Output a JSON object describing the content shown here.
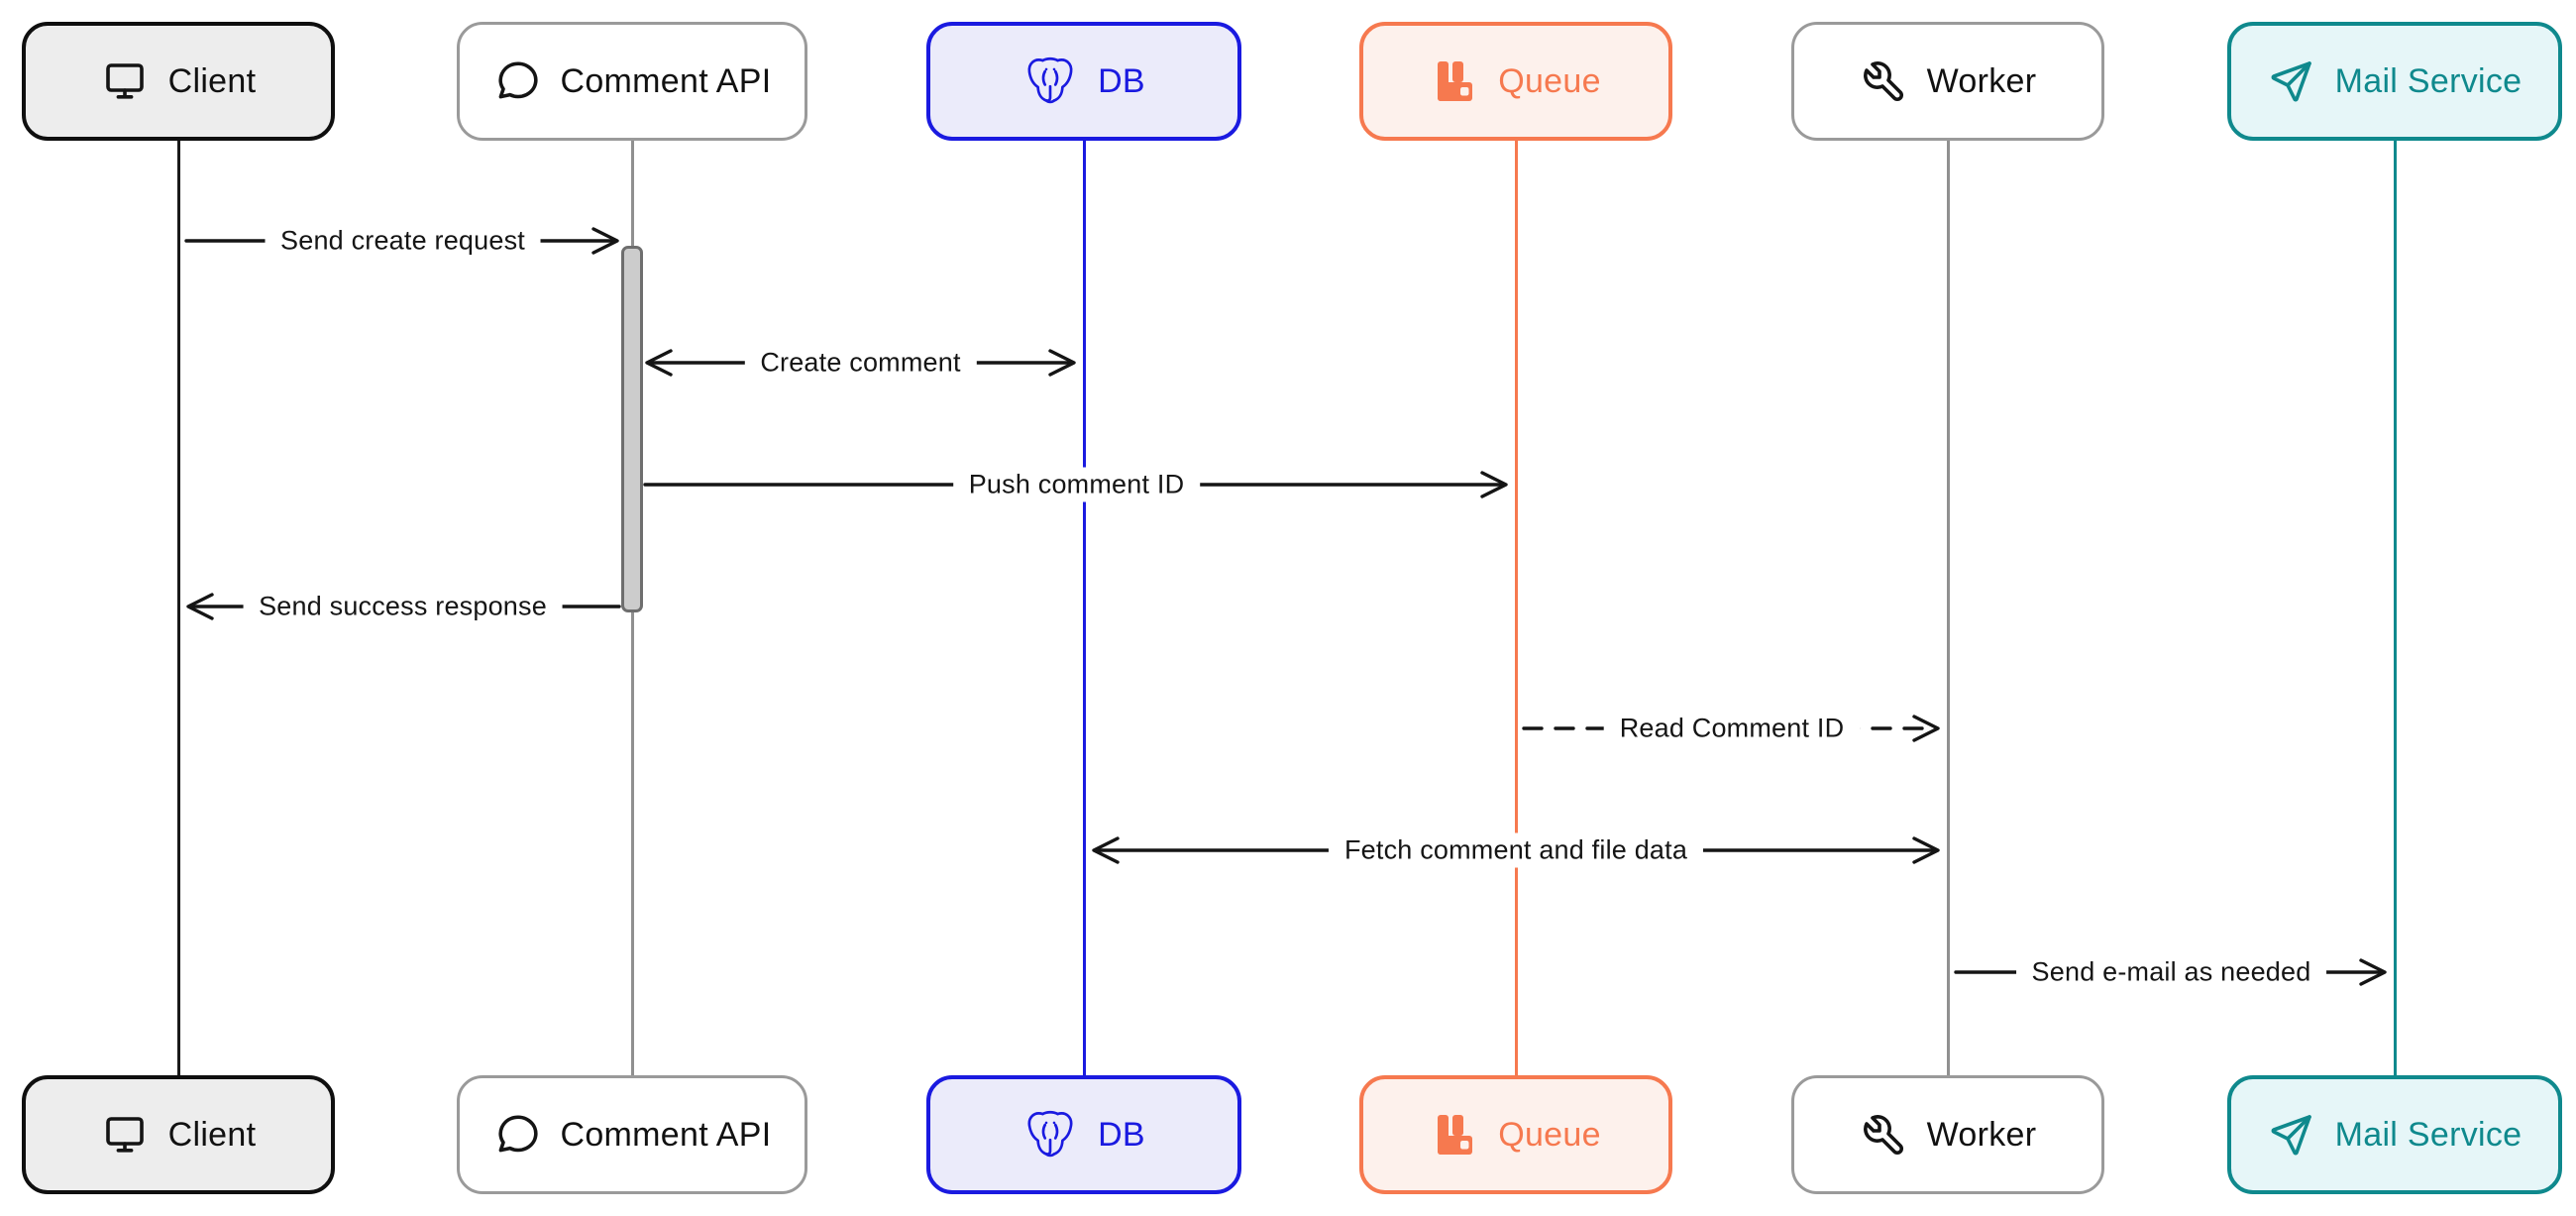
{
  "diagram": {
    "type": "sequence-diagram",
    "actors": [
      {
        "id": "client",
        "label": "Client",
        "icon": "monitor-icon",
        "fill": "#ededed",
        "border": "#0f0f0f",
        "text": "#111111",
        "lifeline": "#1a1a1a",
        "border_width": 4
      },
      {
        "id": "comment-api",
        "label": "Comment API",
        "icon": "speech-bubble-icon",
        "fill": "#ffffff",
        "border": "#9a9a9a",
        "text": "#111111",
        "lifeline": "#909090",
        "border_width": 3
      },
      {
        "id": "db",
        "label": "DB",
        "icon": "postgresql-icon",
        "fill": "#ebebfa",
        "border": "#1a1ae0",
        "text": "#1a1ae0",
        "lifeline": "#1a1ae0",
        "border_width": 4
      },
      {
        "id": "queue",
        "label": "Queue",
        "icon": "rabbitmq-icon",
        "fill": "#fdf1ec",
        "border": "#f6794f",
        "text": "#f6794f",
        "lifeline": "#f6794f",
        "border_width": 4
      },
      {
        "id": "worker",
        "label": "Worker",
        "icon": "wrench-icon",
        "fill": "#ffffff",
        "border": "#9a9a9a",
        "text": "#111111",
        "lifeline": "#909090",
        "border_width": 3
      },
      {
        "id": "mail",
        "label": "Mail Service",
        "icon": "paper-plane-icon",
        "fill": "#e6f6f8",
        "border": "#0f898d",
        "text": "#0f898d",
        "lifeline": "#0f898d",
        "border_width": 4
      }
    ],
    "messages": [
      {
        "label": "Send create request",
        "from": "client",
        "to": "comment-api",
        "line": "solid",
        "direction": "right"
      },
      {
        "label": "Create comment",
        "from": "comment-api",
        "to": "db",
        "line": "solid",
        "direction": "both"
      },
      {
        "label": "Push comment ID",
        "from": "comment-api",
        "to": "queue",
        "line": "solid",
        "direction": "right"
      },
      {
        "label": "Send success response",
        "from": "comment-api",
        "to": "client",
        "line": "solid",
        "direction": "left"
      },
      {
        "label": "Read Comment ID",
        "from": "queue",
        "to": "worker",
        "line": "dashed",
        "direction": "right"
      },
      {
        "label": "Fetch comment and file data",
        "from": "db",
        "to": "worker",
        "line": "solid",
        "direction": "both"
      },
      {
        "label": "Send e-mail as needed",
        "from": "worker",
        "to": "mail",
        "line": "solid",
        "direction": "right"
      }
    ],
    "activation": {
      "actor": "comment-api",
      "fill": "#cccccc",
      "border": "#6e6e6e"
    },
    "colors": {
      "message_line": "#151515",
      "background": "#ffffff"
    }
  }
}
